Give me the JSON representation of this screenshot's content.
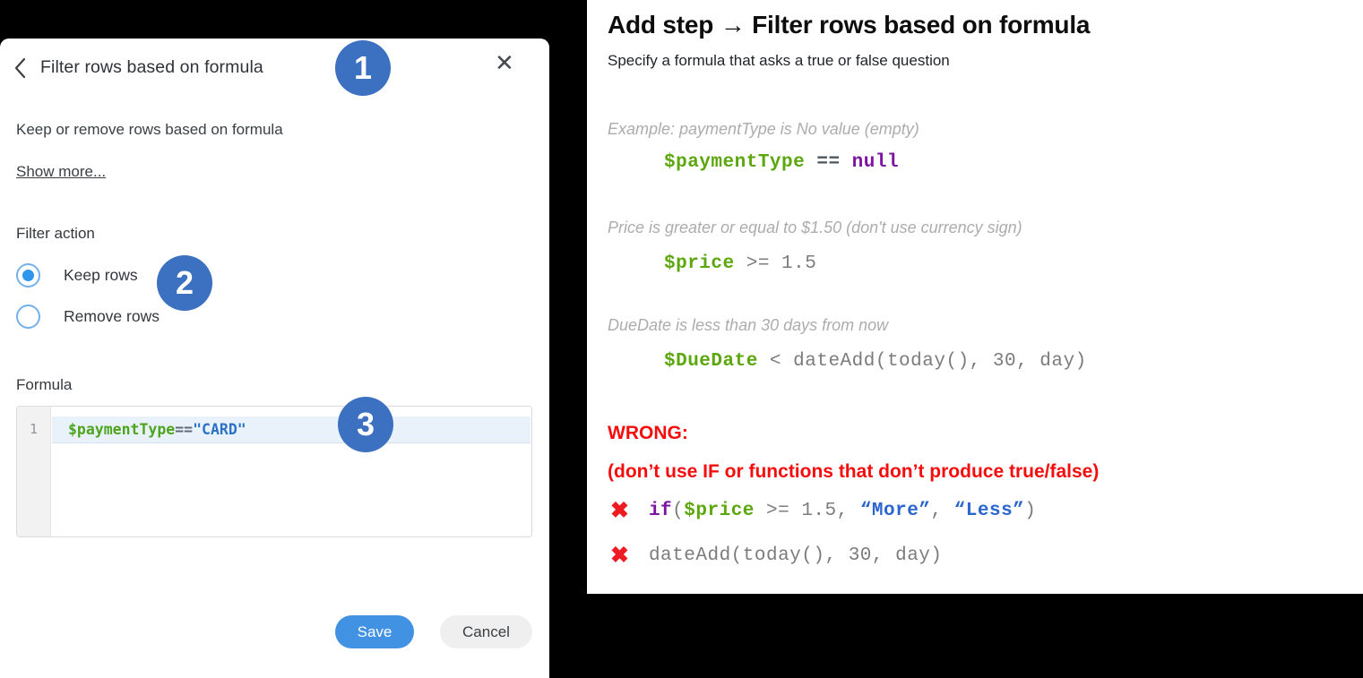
{
  "colors": {
    "accent_blue": "#3C70C0",
    "save_blue": "#4292E4",
    "radio_blue": "#2F96EE",
    "code_green": "#5CA70D",
    "code_purple": "#7D14A1",
    "code_string_blue": "#2A66CE",
    "error_red": "#F50D0D",
    "cross_red": "#EE1B22"
  },
  "badges": {
    "step1": "1",
    "step2": "2",
    "step3": "3"
  },
  "dialog": {
    "title": "Filter rows based on formula",
    "close_icon": "✕",
    "description": "Keep or remove rows based on formula",
    "show_more": "Show more...",
    "filter_action_label": "Filter action",
    "radio_keep_label": "Keep rows",
    "radio_remove_label": "Remove rows",
    "formula_label": "Formula",
    "editor": {
      "line_number": "1",
      "code": [
        {
          "t": "$paymentType",
          "s": "lvar"
        },
        {
          "t": " == ",
          "s": "lop"
        },
        {
          "t": "\"CARD\"",
          "s": "lstr"
        }
      ]
    },
    "save_label": "Save",
    "cancel_label": "Cancel"
  },
  "info": {
    "title": "Add step → Filter rows based on formula",
    "subtitle": "Specify a formula that asks a true or false question",
    "examples": [
      {
        "caption": "Example: paymentType is No value (empty)",
        "code": [
          {
            "t": "$paymentType",
            "s": "var"
          },
          {
            "t": " == ",
            "s": "opbold"
          },
          {
            "t": "null",
            "s": "keyword"
          }
        ]
      },
      {
        "caption": "Price is greater or equal to $1.50 (don't use currency sign)",
        "code": [
          {
            "t": "$price",
            "s": "var"
          },
          {
            "t": " >= 1.5",
            "s": "plain"
          }
        ]
      },
      {
        "caption": "DueDate is less than 30 days from now",
        "code": [
          {
            "t": "$DueDate",
            "s": "var"
          },
          {
            "t": " < dateAdd(today(), 30, day)",
            "s": "plain"
          }
        ]
      }
    ],
    "wrong_heading": "WRONG:",
    "wrong_note": "(don’t use IF or functions that don’t produce true/false)",
    "cross_icon": "✖",
    "wrong_examples": [
      {
        "code": [
          {
            "t": "if",
            "s": "keyword"
          },
          {
            "t": "(",
            "s": "plain"
          },
          {
            "t": "$price",
            "s": "var"
          },
          {
            "t": " >= 1.5, ",
            "s": "plain"
          },
          {
            "t": "“More”",
            "s": "strblue"
          },
          {
            "t": ", ",
            "s": "plain"
          },
          {
            "t": "“Less”",
            "s": "strblue"
          },
          {
            "t": ")",
            "s": "plain"
          }
        ]
      },
      {
        "code": [
          {
            "t": "dateAdd(today(), 30, day)",
            "s": "plain"
          }
        ]
      }
    ]
  }
}
